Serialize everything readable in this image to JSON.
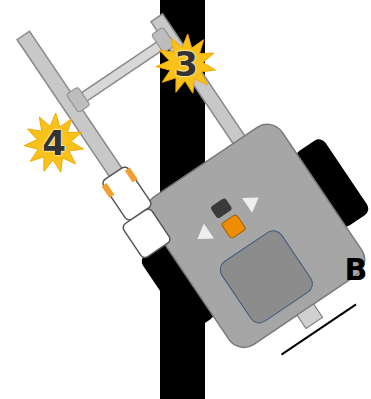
{
  "diagram": {
    "labels": [
      "4",
      "3",
      "B"
    ]
  }
}
